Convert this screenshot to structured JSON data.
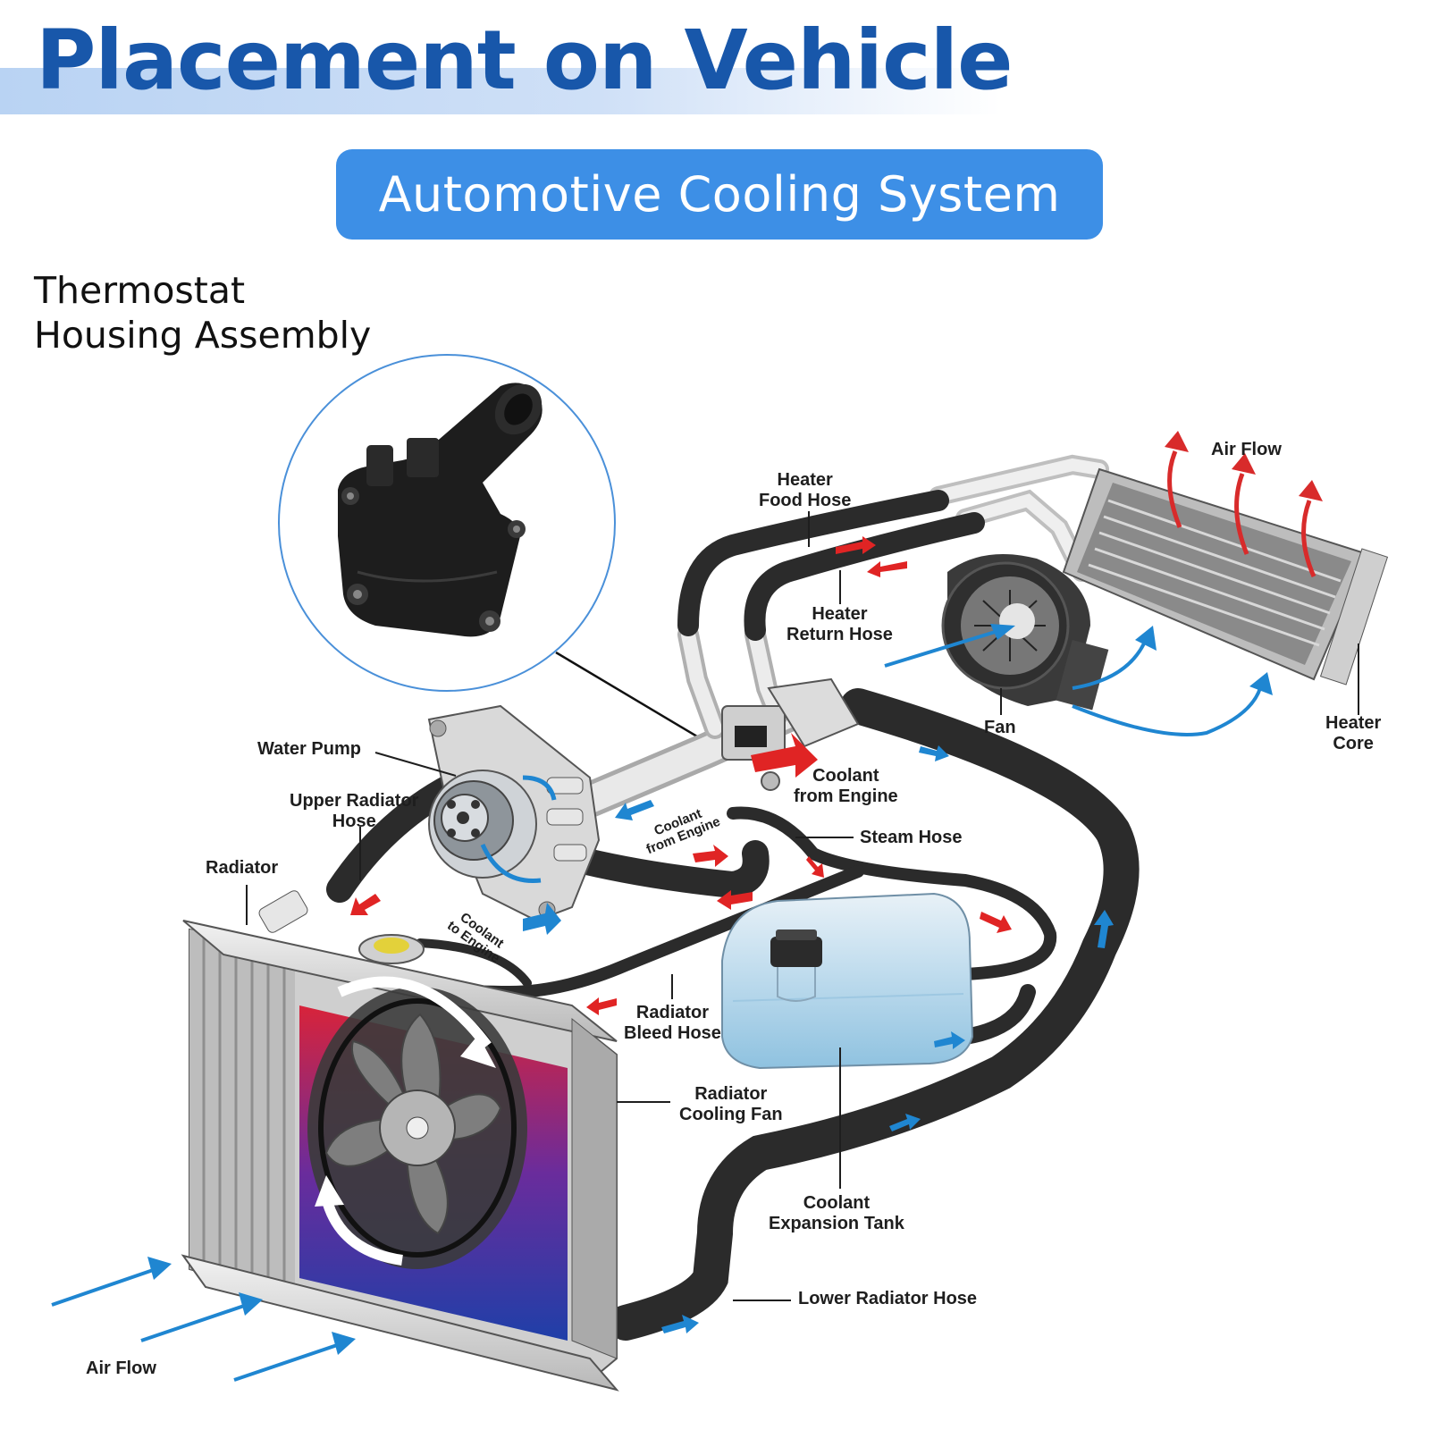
{
  "header": {
    "title": "Placement on Vehicle",
    "subtitle": "Automotive Cooling System"
  },
  "part": {
    "title_line1": "Thermostat",
    "title_line2": "Housing Assembly"
  },
  "labels": {
    "air_flow_top": "Air Flow",
    "heater_food_hose": [
      "Heater",
      "Food Hose"
    ],
    "heater_return_hose": [
      "Heater",
      "Return Hose"
    ],
    "fan": "Fan",
    "heater_core": [
      "Heater",
      "Core"
    ],
    "water_pump": "Water Pump",
    "coolant_from_engine_main": [
      "Coolant",
      "from Engine"
    ],
    "upper_radiator_hose": [
      "Upper Radiator",
      "Hose"
    ],
    "coolant_from_engine_small": [
      "Coolant",
      "from Engine"
    ],
    "steam_hose": "Steam Hose",
    "radiator": "Radiator",
    "coolant_to_engine": [
      "Coolant",
      "to Engine"
    ],
    "radiator_bleed_hose": [
      "Radiator",
      "Bleed Hose"
    ],
    "radiator_cooling_fan": [
      "Radiator",
      "Cooling Fan"
    ],
    "coolant_expansion_tank": [
      "Coolant",
      "Expansion Tank"
    ],
    "lower_radiator_hose": "Lower Radiator Hose",
    "air_flow_bottom": "Air Flow"
  },
  "colors": {
    "brand_blue": "#1857aa",
    "pill_blue": "#3d8fe6",
    "flow_red": "#e02424",
    "flow_blue": "#1f86d1",
    "hose": "#2b2b2b",
    "callout_circle": "#4a90d9"
  }
}
